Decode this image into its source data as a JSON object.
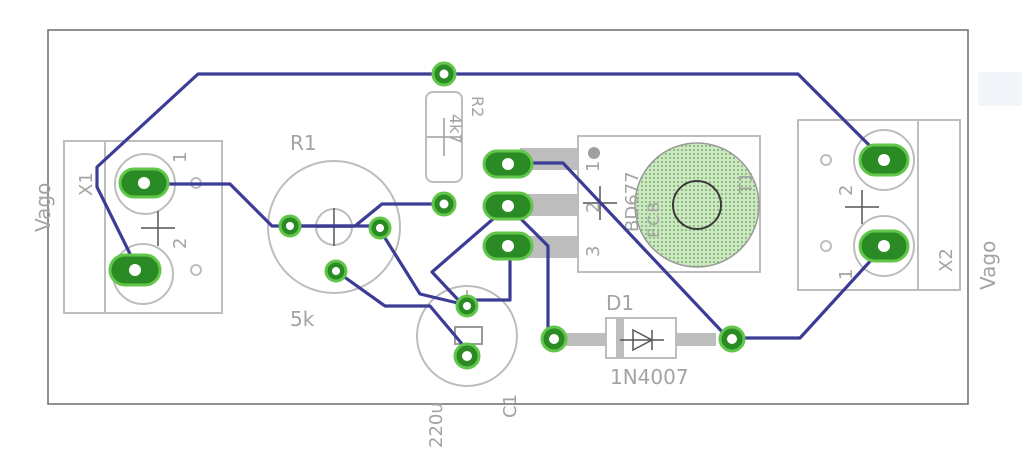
{
  "board": {
    "x1": {
      "ref": "X1",
      "side_label": "Vago",
      "pin1": "1",
      "pin2": "2"
    },
    "x2": {
      "ref": "X2",
      "side_label": "Vago",
      "pin1": "1",
      "pin2": "2"
    },
    "r1": {
      "ref": "R1",
      "value": "5k"
    },
    "r2": {
      "ref": "R2",
      "value": "4k7"
    },
    "c1": {
      "ref": "C1",
      "value": "220u"
    },
    "d1": {
      "ref": "D1",
      "value": "1N4007"
    },
    "t1": {
      "ref": "T1",
      "value": "BD677",
      "sub": "ECB",
      "pin1": "1",
      "pin2": "2",
      "pin3": "3"
    }
  },
  "colors": {
    "trace": "#3c3c96",
    "pad": "#2a8a24",
    "pad_ring": "#61c64a",
    "silkscreen": "#a3a3a3",
    "heatsink": "#b5dca7"
  }
}
